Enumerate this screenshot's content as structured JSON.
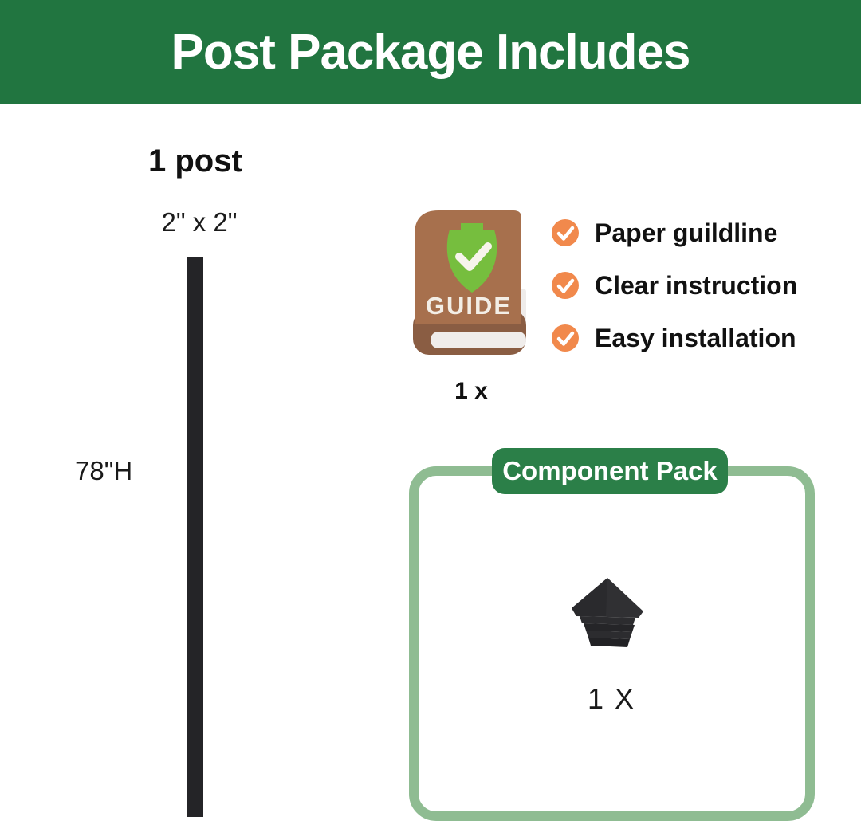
{
  "header": {
    "title": "Post Package Includes"
  },
  "post": {
    "heading": "1 post",
    "width_label": "2\" x 2\"",
    "height_label": "78\"H"
  },
  "guide": {
    "book_text": "GUIDE",
    "quantity": "1 x",
    "features": [
      {
        "icon": "check-circle-icon",
        "label": "Paper guildline"
      },
      {
        "icon": "check-circle-icon",
        "label": "Clear instruction"
      },
      {
        "icon": "check-circle-icon",
        "label": "Easy installation"
      }
    ]
  },
  "component_pack": {
    "title": "Component Pack",
    "icon": "post-cap-icon",
    "quantity": "1 X"
  },
  "colors": {
    "header_green": "#217540",
    "badge_green": "#2B7F48",
    "pack_border_green": "#8FBC92",
    "check_orange": "#F1894C",
    "book_brown": "#A7704D",
    "book_spine_brown": "#8A5D43",
    "book_pages_white": "#F0EDEB",
    "shield_green": "#76BE3E",
    "post_black": "#242427",
    "cap_black": "#2C2C2F"
  }
}
